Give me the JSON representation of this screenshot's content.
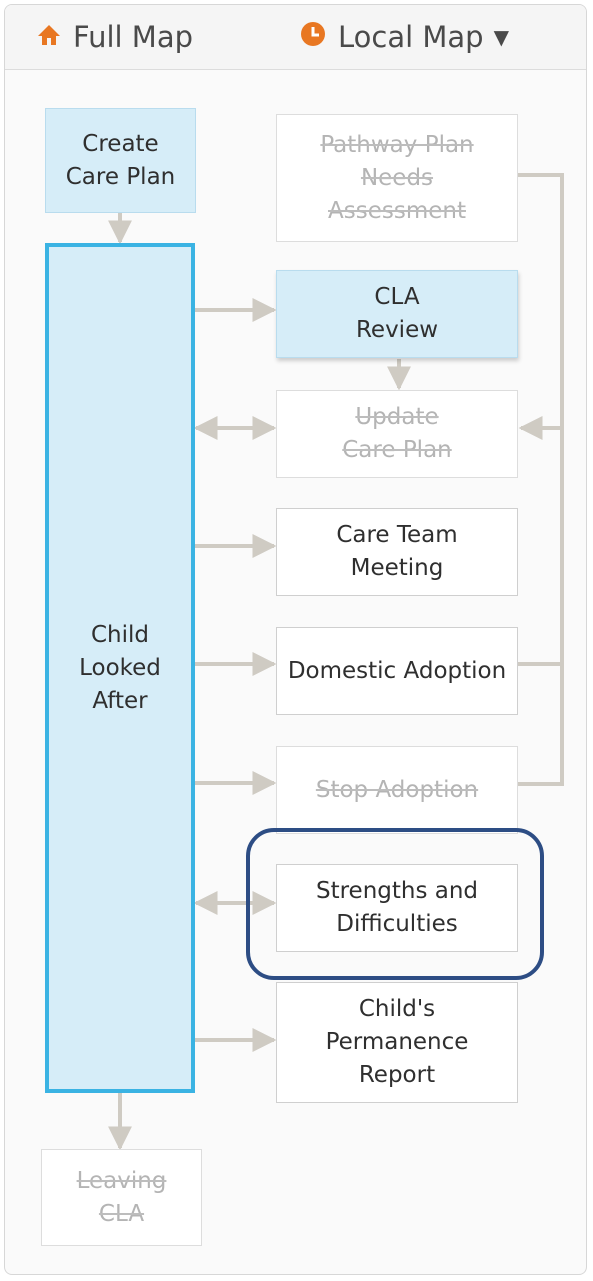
{
  "header": {
    "full_map_label": "Full Map",
    "local_map_label": "Local Map",
    "full_map_icon": "home-icon",
    "local_map_icon": "clock-icon",
    "dropdown_icon": "caret-down-icon",
    "accent_color": "#e87722"
  },
  "nodes": {
    "create_care_plan": "Create\nCare Plan",
    "child_looked_after": "Child\nLooked\nAfter",
    "leaving_cla": "Leaving\nCLA",
    "pathway_plan": "Pathway Plan\nNeeds\nAssessment",
    "cla_review": "CLA\nReview",
    "update_care_plan": "Update\nCare Plan",
    "care_team_meeting": "Care Team\nMeeting",
    "domestic_adoption": "Domestic Adoption",
    "stop_adoption": "Stop Adoption",
    "strengths_difficulties": "Strengths and\nDifficulties",
    "permanence_report": "Child's\nPermanence\nReport"
  },
  "colors": {
    "active_fill": "#d6edf8",
    "current_border": "#3ab3e3",
    "highlight_ring": "#2d4d84",
    "connector": "#cfcbc3"
  }
}
